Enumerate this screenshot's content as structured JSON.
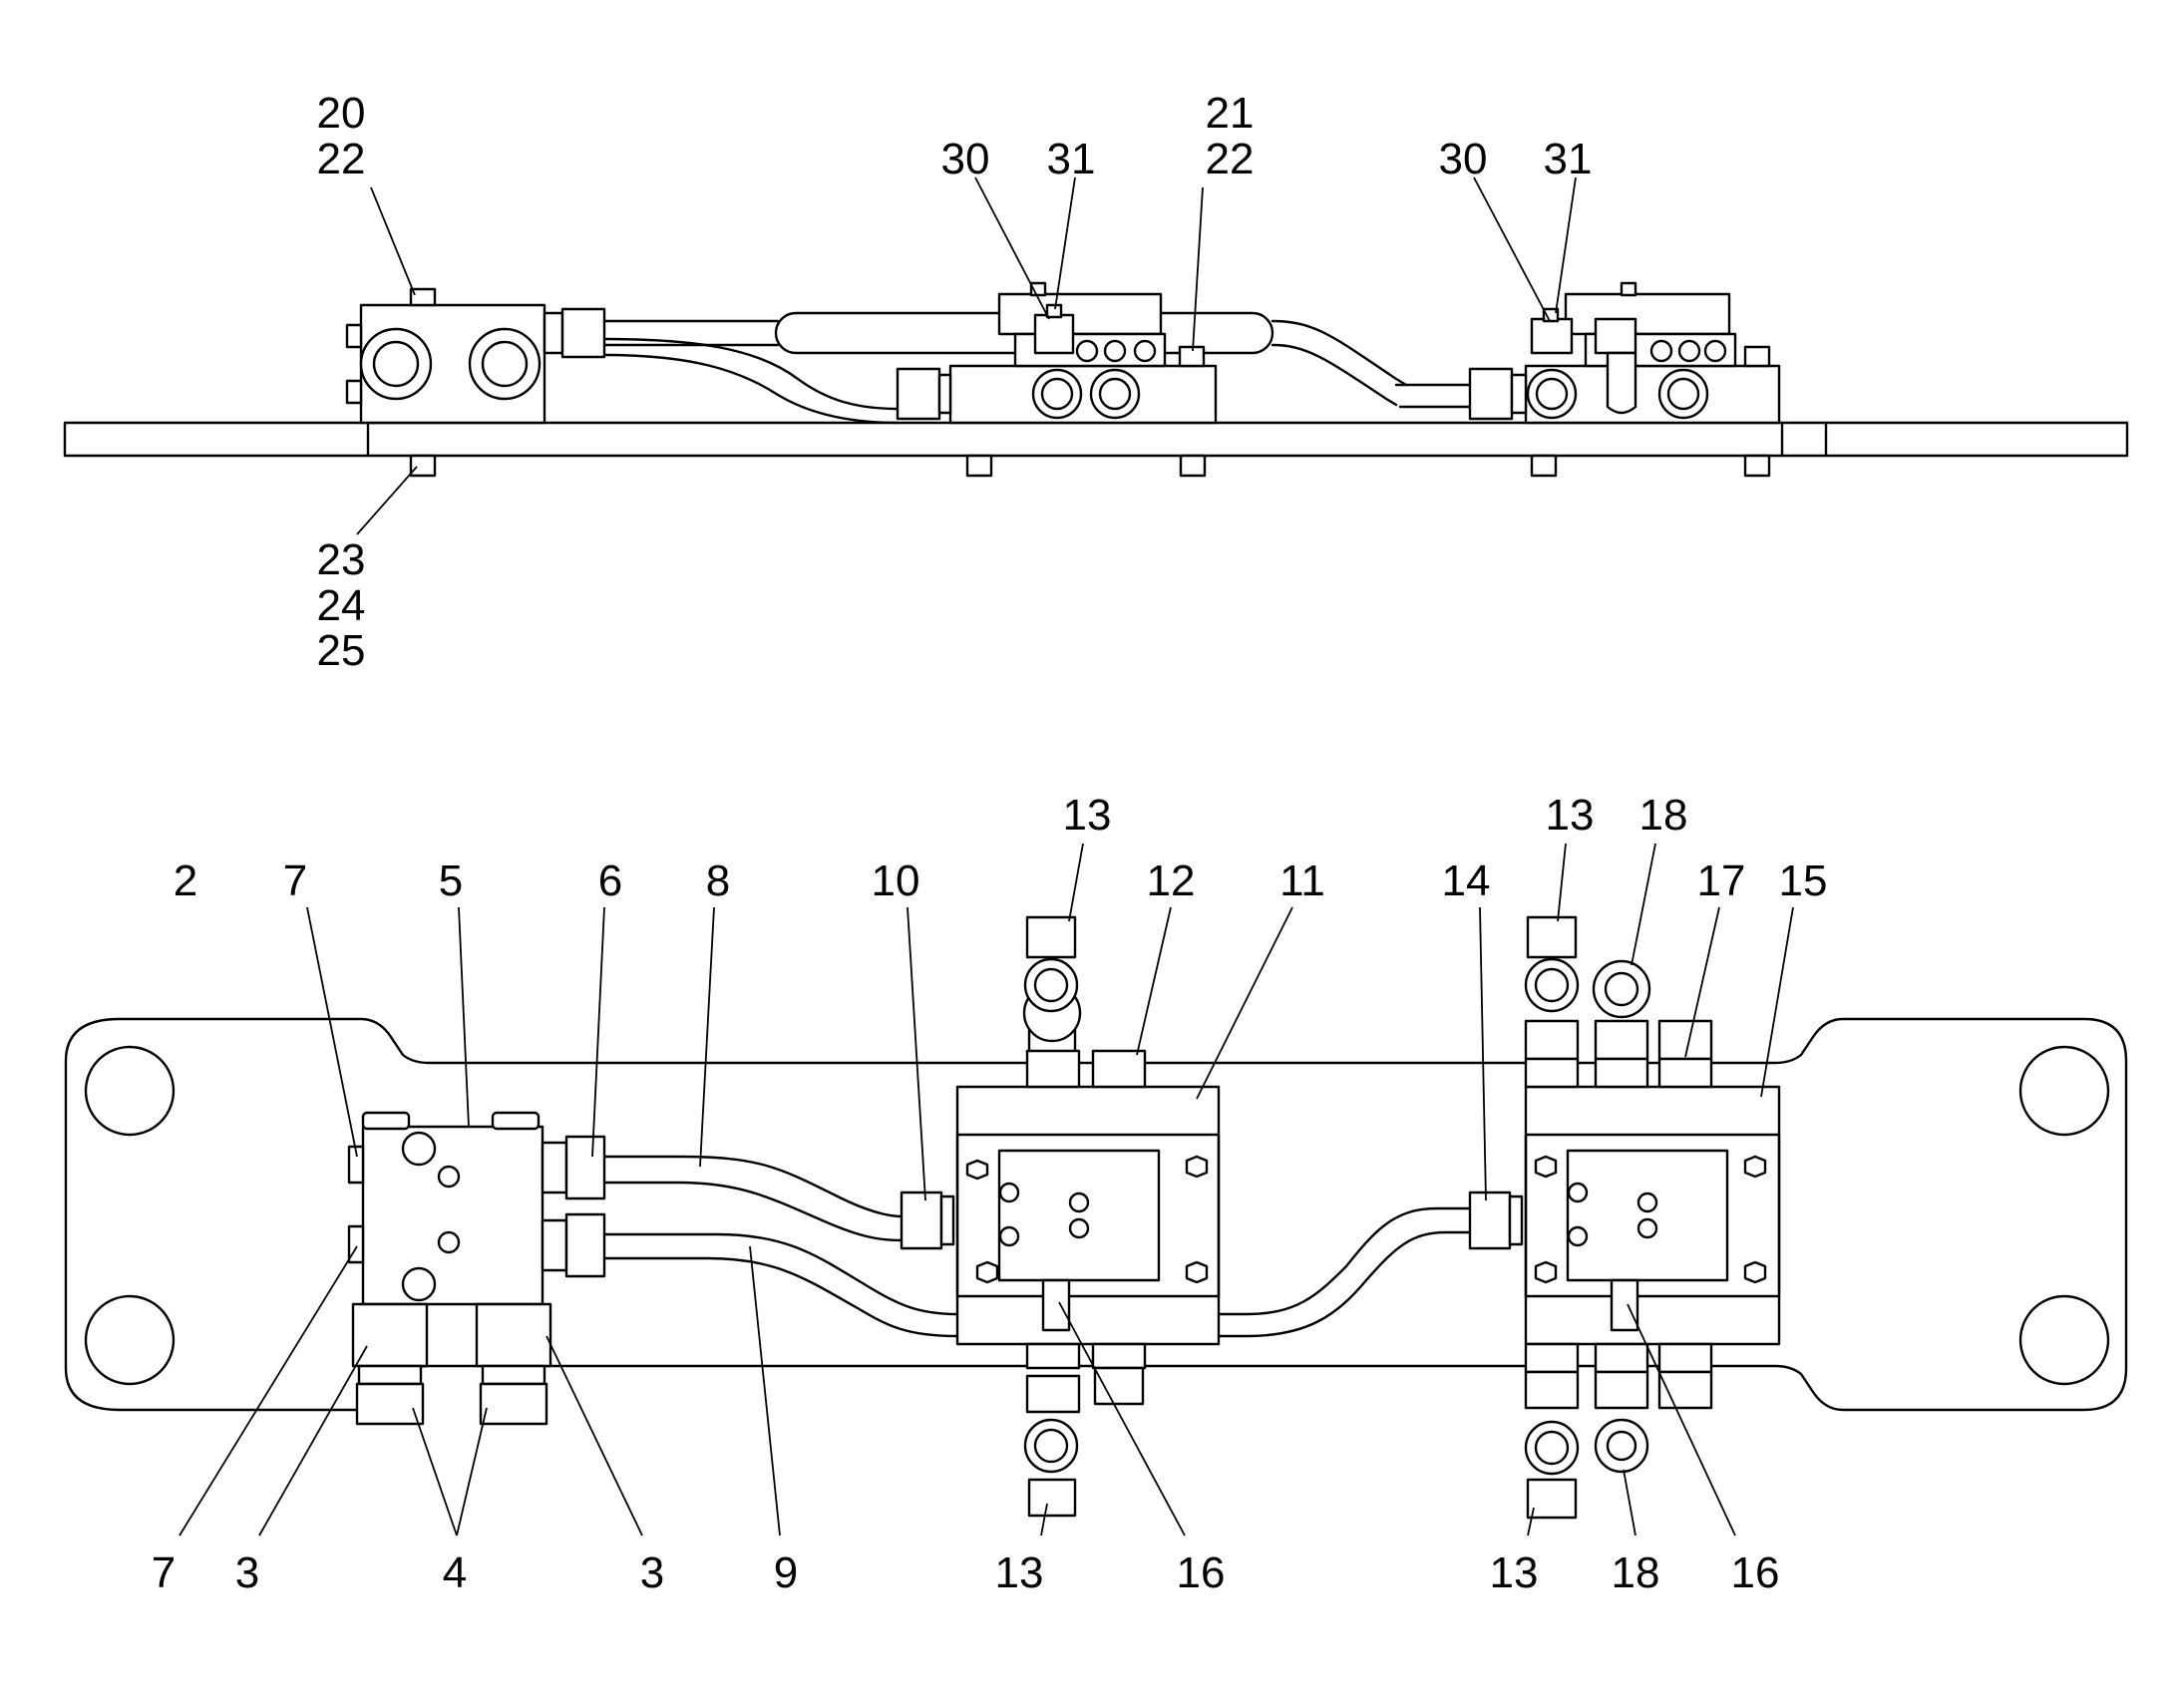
{
  "diagram": {
    "views": [
      "side-view",
      "top-view"
    ],
    "side_view_callouts": [
      {
        "id": "c-20",
        "text": "20"
      },
      {
        "id": "c-22a",
        "text": "22"
      },
      {
        "id": "c-21",
        "text": "21"
      },
      {
        "id": "c-22b",
        "text": "22"
      },
      {
        "id": "c-30a",
        "text": "30"
      },
      {
        "id": "c-31a",
        "text": "31"
      },
      {
        "id": "c-30b",
        "text": "30"
      },
      {
        "id": "c-31b",
        "text": "31"
      },
      {
        "id": "c-23",
        "text": "23"
      },
      {
        "id": "c-24",
        "text": "24"
      },
      {
        "id": "c-25",
        "text": "25"
      }
    ],
    "top_view_callouts_upper": [
      {
        "id": "t-2",
        "text": "2"
      },
      {
        "id": "t-7a",
        "text": "7"
      },
      {
        "id": "t-5",
        "text": "5"
      },
      {
        "id": "t-6",
        "text": "6"
      },
      {
        "id": "t-8",
        "text": "8"
      },
      {
        "id": "t-10",
        "text": "10"
      },
      {
        "id": "t-13a",
        "text": "13"
      },
      {
        "id": "t-12",
        "text": "12"
      },
      {
        "id": "t-11",
        "text": "11"
      },
      {
        "id": "t-14",
        "text": "14"
      },
      {
        "id": "t-13b",
        "text": "13"
      },
      {
        "id": "t-18a",
        "text": "18"
      },
      {
        "id": "t-17",
        "text": "17"
      },
      {
        "id": "t-15",
        "text": "15"
      }
    ],
    "top_view_callouts_lower": [
      {
        "id": "b-7",
        "text": "7"
      },
      {
        "id": "b-3a",
        "text": "3"
      },
      {
        "id": "b-4",
        "text": "4"
      },
      {
        "id": "b-3b",
        "text": "3"
      },
      {
        "id": "b-9",
        "text": "9"
      },
      {
        "id": "b-13a",
        "text": "13"
      },
      {
        "id": "b-16a",
        "text": "16"
      },
      {
        "id": "b-13b",
        "text": "13"
      },
      {
        "id": "b-18",
        "text": "18"
      },
      {
        "id": "b-16b",
        "text": "16"
      }
    ],
    "stroke_color": "#000000",
    "background_color": "#ffffff"
  }
}
